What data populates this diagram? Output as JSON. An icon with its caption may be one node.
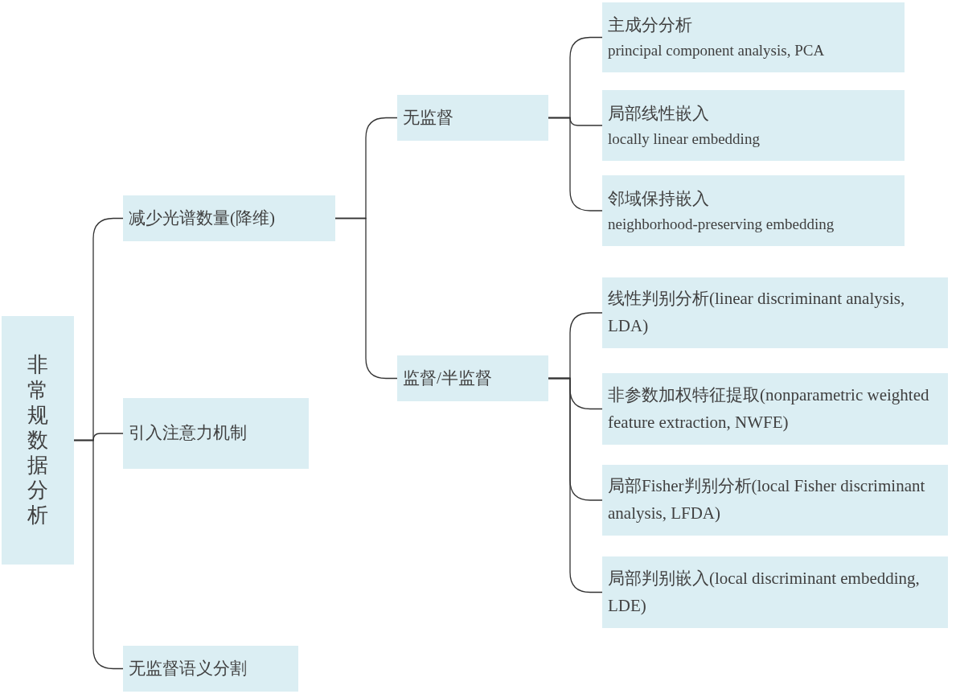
{
  "diagram": {
    "nodes": [
      {
        "text": [
          "非常规数据分析"
        ]
      },
      {
        "text": [
          "减少光谱数量(降维)"
        ]
      },
      {
        "text": [
          "引入注意力机制"
        ]
      },
      {
        "text": [
          "无监督语义分割"
        ]
      },
      {
        "text": [
          "无监督"
        ]
      },
      {
        "text": [
          "监督/半监督"
        ]
      },
      {
        "text": [
          "主成分分析",
          "principal component analysis, PCA"
        ]
      },
      {
        "text": [
          "局部线性嵌入",
          "locally linear embedding"
        ]
      },
      {
        "text": [
          "邻域保持嵌入",
          "neighborhood-preserving embedding"
        ]
      },
      {
        "text": [
          "线性判别分析(linear discriminant analysis, LDA)"
        ]
      },
      {
        "text": [
          "非参数加权特征提取(nonparametric weighted feature extraction, NWFE)"
        ]
      },
      {
        "text": [
          "局部Fisher判别分析(local Fisher discriminant analysis, LFDA)"
        ]
      },
      {
        "text": [
          "局部判别嵌入(local discriminant embedding, LDE)"
        ]
      }
    ],
    "edges": [
      {
        "from": 0,
        "to": 1,
        "arrow": "none"
      },
      {
        "from": 0,
        "to": 2,
        "arrow": "none"
      },
      {
        "from": 0,
        "to": 3,
        "arrow": "none"
      },
      {
        "from": 1,
        "to": 4,
        "arrow": "none"
      },
      {
        "from": 1,
        "to": 5,
        "arrow": "none"
      },
      {
        "from": 4,
        "to": 6,
        "arrow": "none"
      },
      {
        "from": 4,
        "to": 7,
        "arrow": "none"
      },
      {
        "from": 4,
        "to": 8,
        "arrow": "none"
      },
      {
        "from": 5,
        "to": 9,
        "arrow": "none"
      },
      {
        "from": 5,
        "to": 10,
        "arrow": "none"
      },
      {
        "from": 5,
        "to": 11,
        "arrow": "none"
      },
      {
        "from": 5,
        "to": 12,
        "arrow": "none"
      }
    ]
  }
}
